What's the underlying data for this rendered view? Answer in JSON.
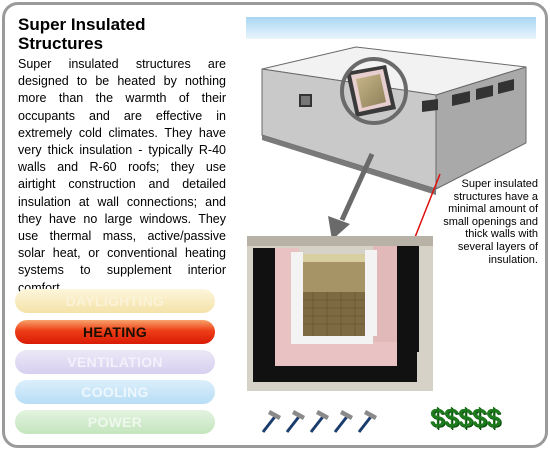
{
  "title": "Super Insulated Structures",
  "description": "Super insulated structures are designed to be heated by nothing more than the warmth of their occupants and are effective in extremely cold climates. They have very thick insulation - typically R-40 walls and R-60 roofs; they use airtight construction and detailed insulation at wall connections; and they have no large windows. They use thermal mass, active/passive solar heat, or conventional heating systems to supplement interior comfort.",
  "caption": "Super insulated structures have a minimal amount of small openings and thick walls with several layers of insulation.",
  "nav": {
    "daylighting": "DAYLIGHTING",
    "heating": "HEATING",
    "ventilation": "VENTILATION",
    "cooling": "COOLING",
    "power": "POWER"
  },
  "rating": {
    "difficulty_icons": "hammer-icon",
    "difficulty_level": 5,
    "cost": "$$$$$"
  },
  "colors": {
    "heating_active": "#e8381a",
    "cost_green": "#1d7a1d"
  }
}
